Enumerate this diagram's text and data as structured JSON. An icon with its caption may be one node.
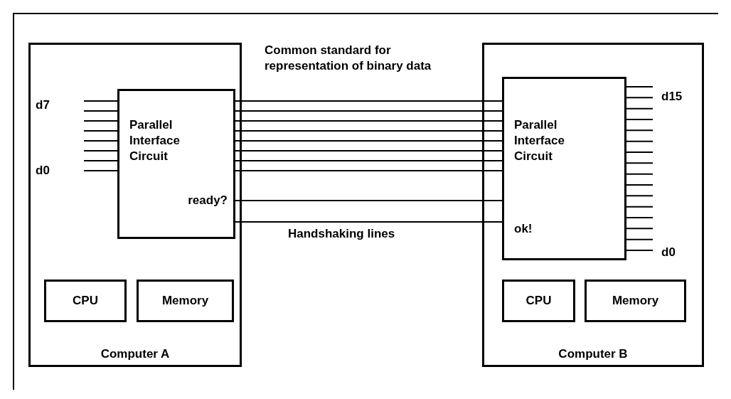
{
  "diagram": {
    "nodes": [
      {
        "text": [
          "Computer A"
        ]
      },
      {
        "text": [
          "Parallel Interface Circuit",
          "ready?"
        ],
        "in": 0
      },
      {
        "text": [
          "CPU"
        ],
        "in": 0
      },
      {
        "text": [
          "Memory"
        ],
        "in": 0
      },
      {
        "text": [
          "Computer B"
        ]
      },
      {
        "text": [
          "Parallel Interface Circuit",
          "ok!"
        ],
        "in": 4
      },
      {
        "text": [
          "CPU"
        ],
        "in": 4
      },
      {
        "text": [
          "Memory"
        ],
        "in": 4
      }
    ],
    "edges": [
      {
        "from": 1,
        "to": 5,
        "arrow": "none"
      },
      {
        "from": 1,
        "to": 5,
        "arrow": "none"
      },
      {
        "from": 1,
        "to": 5,
        "arrow": "none"
      },
      {
        "from": 1,
        "to": 5,
        "arrow": "none"
      },
      {
        "from": 1,
        "to": 5,
        "arrow": "none"
      },
      {
        "from": 1,
        "to": 5,
        "arrow": "none"
      },
      {
        "from": 1,
        "to": 5,
        "arrow": "none"
      },
      {
        "from": 1,
        "to": 5,
        "arrow": "none"
      },
      {
        "from": 1,
        "to": 5,
        "arrow": "none"
      },
      {
        "from": 1,
        "to": 5,
        "arrow": "none"
      },
      {
        "from": null,
        "to": 1,
        "arrow": "none"
      },
      {
        "from": null,
        "to": 1,
        "arrow": "none"
      },
      {
        "from": null,
        "to": 1,
        "arrow": "none"
      },
      {
        "from": null,
        "to": 1,
        "arrow": "none"
      },
      {
        "from": null,
        "to": 1,
        "arrow": "none"
      },
      {
        "from": null,
        "to": 1,
        "arrow": "none"
      },
      {
        "from": null,
        "to": 1,
        "arrow": "none"
      },
      {
        "from": null,
        "to": 1,
        "arrow": "none"
      },
      {
        "from": 5,
        "to": null,
        "arrow": "none"
      },
      {
        "from": 5,
        "to": null,
        "arrow": "none"
      },
      {
        "from": 5,
        "to": null,
        "arrow": "none"
      },
      {
        "from": 5,
        "to": null,
        "arrow": "none"
      },
      {
        "from": 5,
        "to": null,
        "arrow": "none"
      },
      {
        "from": 5,
        "to": null,
        "arrow": "none"
      },
      {
        "from": 5,
        "to": null,
        "arrow": "none"
      },
      {
        "from": 5,
        "to": null,
        "arrow": "none"
      },
      {
        "from": 5,
        "to": null,
        "arrow": "none"
      },
      {
        "from": 5,
        "to": null,
        "arrow": "none"
      },
      {
        "from": 5,
        "to": null,
        "arrow": "none"
      },
      {
        "from": 5,
        "to": null,
        "arrow": "none"
      },
      {
        "from": 5,
        "to": null,
        "arrow": "none"
      },
      {
        "from": 5,
        "to": null,
        "arrow": "none"
      },
      {
        "from": 5,
        "to": null,
        "arrow": "none"
      },
      {
        "from": 5,
        "to": null,
        "arrow": "none"
      }
    ],
    "labels": [
      "Common standard for representation of binary data",
      "d7",
      "d0",
      "Handshaking lines",
      "d15",
      "d0"
    ]
  }
}
